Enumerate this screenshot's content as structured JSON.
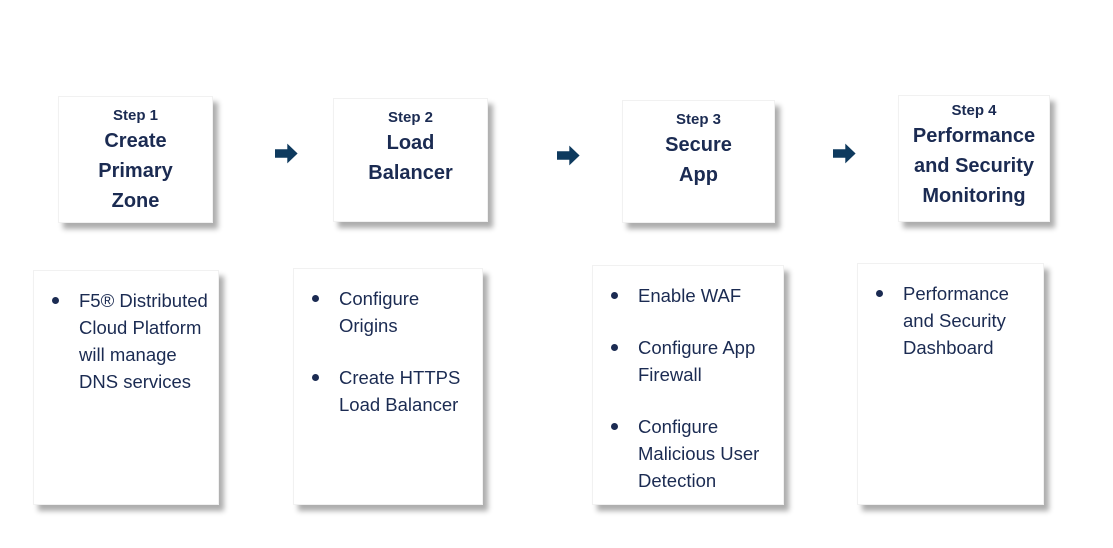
{
  "colors": {
    "text_navy": "#1b2b52",
    "arrow_navy": "#0e3a5e",
    "box_background": "#ffffff",
    "shadow_gray": "#a6a6a6"
  },
  "steps": [
    {
      "label": "Step 1",
      "title": "Create\nPrimary\nZone",
      "bullets": [
        "F5® Distributed\nCloud Platform\nwill manage\nDNS services"
      ]
    },
    {
      "label": "Step 2",
      "title": "Load\nBalancer",
      "bullets": [
        "Configure\nOrigins",
        "Create HTTPS\nLoad Balancer"
      ]
    },
    {
      "label": "Step 3",
      "title": "Secure\nApp",
      "bullets": [
        "Enable WAF",
        "Configure App\nFirewall",
        "Configure\nMalicious User\nDetection"
      ]
    },
    {
      "label": "Step 4",
      "title": "Performance\nand Security\nMonitoring",
      "bullets": [
        "Performance\nand Security\nDashboard"
      ]
    }
  ],
  "arrows": [
    "arrow-right-icon",
    "arrow-right-icon",
    "arrow-right-icon"
  ]
}
